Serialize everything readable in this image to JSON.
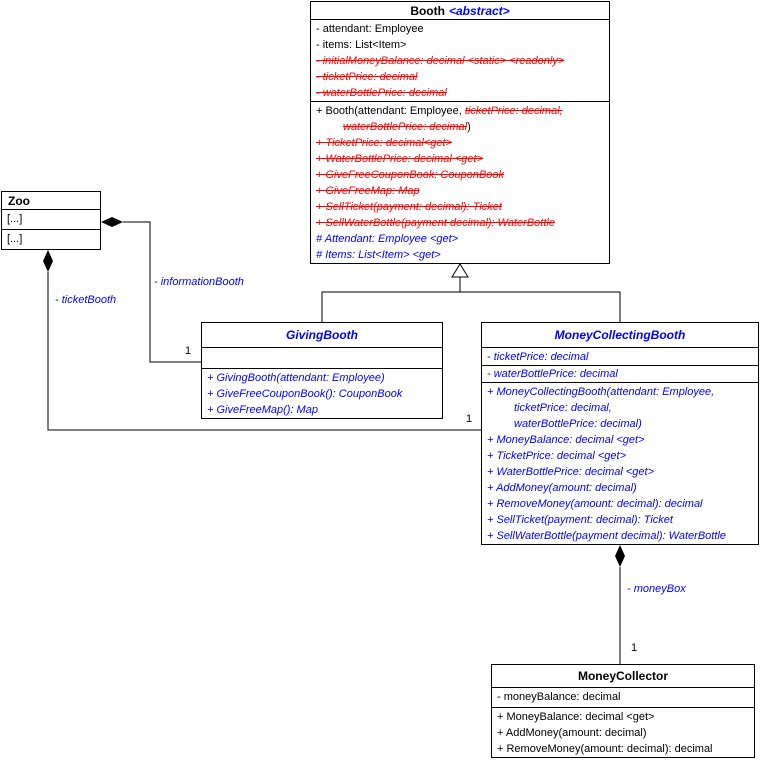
{
  "diagram": {
    "background": "#ffffff",
    "colors": {
      "normal": "#000000",
      "removed": "#ff0000",
      "added": "#0000ff",
      "border": "#000000"
    },
    "classes": {
      "zoo": {
        "title": "Zoo",
        "attributes": [
          {
            "seg": [
              {
                "t": "[...]",
                "s": "n"
              }
            ]
          }
        ],
        "methods": [
          {
            "seg": [
              {
                "t": "[...]",
                "s": "n"
              }
            ]
          }
        ]
      },
      "booth": {
        "title": "Booth",
        "stereotype": "<abstract>",
        "attributes": [
          {
            "seg": [
              {
                "t": "- attendant: Employee",
                "s": "n"
              }
            ]
          },
          {
            "seg": [
              {
                "t": "- items: List<Item>",
                "s": "n"
              }
            ]
          },
          {
            "seg": [
              {
                "t": "- initialMoneyBalance: decimal <static> <readonly>",
                "s": "r"
              }
            ]
          },
          {
            "seg": [
              {
                "t": "- ticketPrice: decimal",
                "s": "r"
              }
            ]
          },
          {
            "seg": [
              {
                "t": "- waterBottlePrice: decimal",
                "s": "r"
              }
            ]
          }
        ],
        "methods": [
          {
            "seg": [
              {
                "t": "+ Booth(attendant: Employee, ",
                "s": "n"
              },
              {
                "t": "ticketPrice: decimal,",
                "s": "r"
              }
            ]
          },
          {
            "indent": true,
            "seg": [
              {
                "t": "waterBottlePrice: decimal",
                "s": "r"
              },
              {
                "t": ")",
                "s": "n"
              }
            ]
          },
          {
            "seg": [
              {
                "t": "+ TicketPrice: decimal<get>",
                "s": "r"
              }
            ]
          },
          {
            "seg": [
              {
                "t": "+ WaterBottlePrice: decimal <get>",
                "s": "r"
              }
            ]
          },
          {
            "seg": [
              {
                "t": "+ GiveFreeCouponBook: CouponBook",
                "s": "r"
              }
            ]
          },
          {
            "seg": [
              {
                "t": "+ GiveFreeMap: Map",
                "s": "r"
              }
            ]
          },
          {
            "seg": [
              {
                "t": "+ SellTicket(payment: decimal): Ticket",
                "s": "r"
              }
            ]
          },
          {
            "seg": [
              {
                "t": "+ SellWaterBottle(payment decimal): WaterBottle",
                "s": "r"
              }
            ]
          },
          {
            "seg": [
              {
                "t": "# Attendant: Employee <get>",
                "s": "b"
              }
            ]
          },
          {
            "seg": [
              {
                "t": "# Items: List<Item> <get>",
                "s": "b"
              }
            ]
          }
        ]
      },
      "givingBooth": {
        "title": "GivingBooth",
        "attributes": [],
        "methods": [
          {
            "seg": [
              {
                "t": "+ GivingBooth(attendant: Employee)",
                "s": "b"
              }
            ]
          },
          {
            "seg": [
              {
                "t": "+ GiveFreeCouponBook(): CouponBook",
                "s": "b"
              }
            ]
          },
          {
            "seg": [
              {
                "t": "+ GiveFreeMap(): Map",
                "s": "b"
              }
            ]
          }
        ]
      },
      "moneyCollectingBooth": {
        "title": "MoneyCollectingBooth",
        "attributes": [
          {
            "u": true,
            "seg": [
              {
                "t": "- ticketPrice: decimal",
                "s": "b"
              }
            ]
          },
          {
            "u": true,
            "seg": [
              {
                "t": "- waterBottlePrice: decimal",
                "s": "b"
              }
            ]
          }
        ],
        "methods": [
          {
            "seg": [
              {
                "t": "+ MoneyCollectingBooth(attendant: Employee,",
                "s": "b"
              }
            ]
          },
          {
            "indent": true,
            "seg": [
              {
                "t": "ticketPrice: decimal,",
                "s": "b"
              }
            ]
          },
          {
            "indent": true,
            "seg": [
              {
                "t": "waterBottlePrice: decimal)",
                "s": "b"
              }
            ]
          },
          {
            "seg": [
              {
                "t": "+ MoneyBalance: decimal <get>",
                "s": "b"
              }
            ]
          },
          {
            "seg": [
              {
                "t": "+ TicketPrice: decimal <get>",
                "s": "b"
              }
            ]
          },
          {
            "seg": [
              {
                "t": "+ WaterBottlePrice: decimal <get>",
                "s": "b"
              }
            ]
          },
          {
            "seg": [
              {
                "t": "+ AddMoney(amount: decimal)",
                "s": "b"
              }
            ]
          },
          {
            "seg": [
              {
                "t": "+ RemoveMoney(amount: decimal): decimal",
                "s": "b"
              }
            ]
          },
          {
            "seg": [
              {
                "t": "+ SellTicket(payment: decimal): Ticket",
                "s": "b"
              }
            ]
          },
          {
            "seg": [
              {
                "t": "+ SellWaterBottle(payment decimal): WaterBottle",
                "s": "b"
              }
            ]
          }
        ]
      },
      "moneyCollector": {
        "title": "MoneyCollector",
        "attributes": [
          {
            "seg": [
              {
                "t": "- moneyBalance: decimal",
                "s": "n"
              }
            ]
          }
        ],
        "methods": [
          {
            "seg": [
              {
                "t": "+ MoneyBalance: decimal <get>",
                "s": "n"
              }
            ]
          },
          {
            "seg": [
              {
                "t": "+ AddMoney(amount: decimal)",
                "s": "n"
              }
            ]
          },
          {
            "seg": [
              {
                "t": "+ RemoveMoney(amount: decimal): decimal",
                "s": "n"
              }
            ]
          }
        ]
      }
    },
    "relations": {
      "informationBooth": {
        "label": "- informationBooth",
        "multiplicity": "1"
      },
      "ticketBooth": {
        "label": "- ticketBooth",
        "multiplicity": "1"
      },
      "moneyBox": {
        "label": "- moneyBox",
        "multiplicity": "1"
      }
    }
  }
}
